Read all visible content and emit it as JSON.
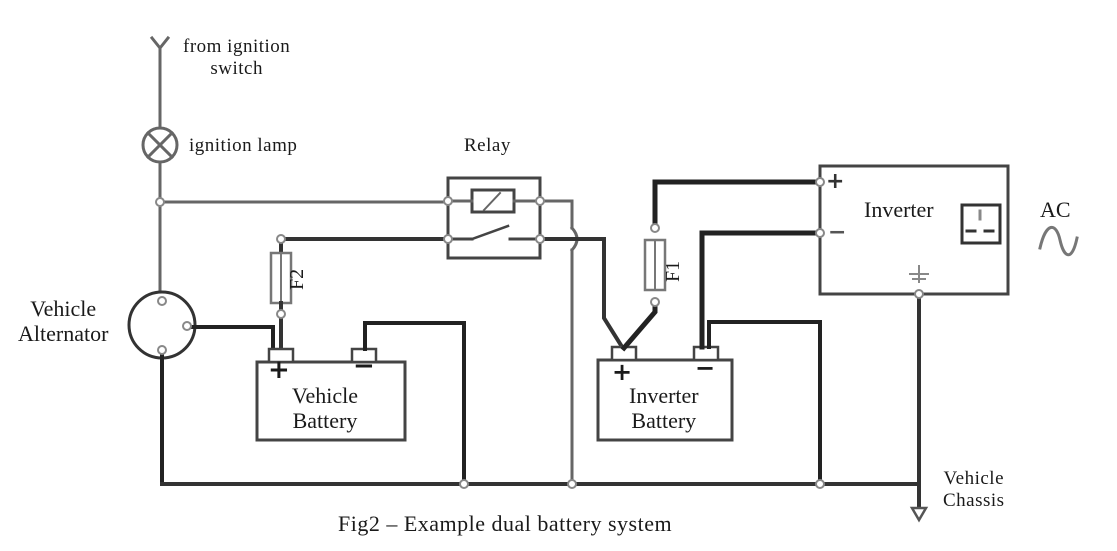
{
  "figure": {
    "caption": "Fig2 – Example dual battery system"
  },
  "labels": {
    "from_ignition_1": "from ignition",
    "from_ignition_2": "switch",
    "ignition_lamp": "ignition lamp",
    "relay": "Relay",
    "alternator_1": "Vehicle",
    "alternator_2": "Alternator",
    "vehicle_battery_1": "Vehicle",
    "vehicle_battery_2": "Battery",
    "inverter_battery_1": "Inverter",
    "inverter_battery_2": "Battery",
    "inverter": "Inverter",
    "ac": "AC",
    "fuse_f1": "F1",
    "fuse_f2": "F2",
    "chassis_1": "Vehicle",
    "chassis_2": "Chassis",
    "plus": "+",
    "minus": "−"
  },
  "icons": [
    "antenna-icon",
    "lamp-icon",
    "relay-icon",
    "fuse-icon",
    "battery-icon",
    "alternator-icon",
    "socket-icon",
    "ac-wave-icon",
    "ground-icon",
    "chassis-arrow-icon"
  ]
}
